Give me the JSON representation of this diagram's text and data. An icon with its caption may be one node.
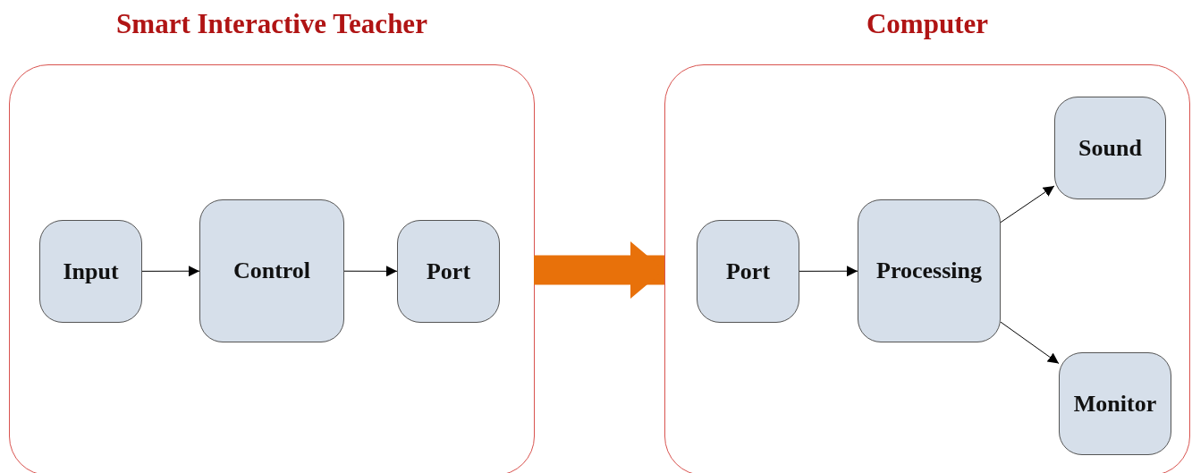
{
  "diagram": {
    "nodes": [
      {
        "text": [
          "Smart Interactive Teacher"
        ]
      },
      {
        "text": [
          "Input"
        ],
        "in": 0
      },
      {
        "text": [
          "Control"
        ],
        "in": 0
      },
      {
        "text": [
          "Port"
        ],
        "in": 0
      },
      {
        "text": [
          "Computer"
        ]
      },
      {
        "text": [
          "Port"
        ],
        "in": 4
      },
      {
        "text": [
          "Processing"
        ],
        "in": 4
      },
      {
        "text": [
          "Sound"
        ],
        "in": 4
      },
      {
        "text": [
          "Monitor"
        ],
        "in": 4
      }
    ],
    "edges": [
      {
        "from": 1,
        "to": 2,
        "arrow": "to"
      },
      {
        "from": 2,
        "to": 3,
        "arrow": "to"
      },
      {
        "from": 0,
        "to": 4,
        "arrow": "to",
        "style": "thick",
        "color": "#e8710a"
      },
      {
        "from": 5,
        "to": 6,
        "arrow": "to"
      },
      {
        "from": 6,
        "to": 7,
        "arrow": "to"
      },
      {
        "from": 6,
        "to": 8,
        "arrow": "to"
      }
    ]
  }
}
